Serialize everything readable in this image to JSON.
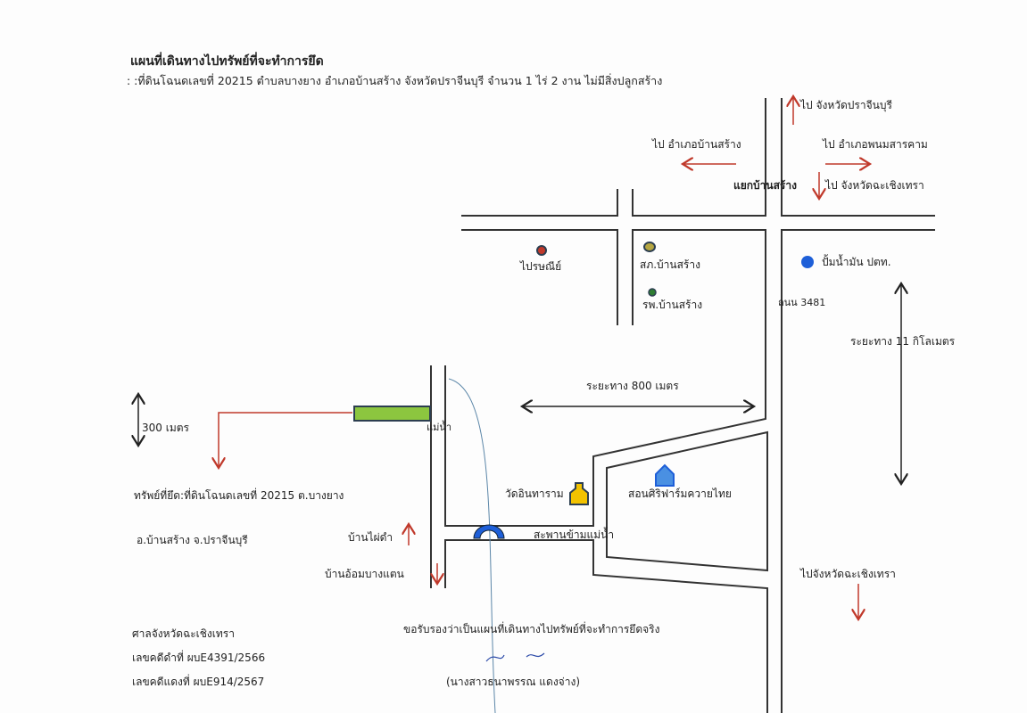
{
  "header": {
    "title": "แผนที่เดินทางไปทรัพย์ที่จะทำการยึด",
    "subtitle": ": :ที่ดินโฉนดเลขที่ 20215 ตำบลบางยาง  อำเภอบ้านสร้าง  จังหวัดปราจีนบุรี   จำนวน 1 ไร่ 2 งาน ไม่มีสิ่งปลูกสร้าง"
  },
  "map": {
    "to_prachinburi": "ไป จังหวัดปราจีนบุรี",
    "to_ban_sang": "ไป  อำเภอบ้านสร้าง",
    "to_phanom_sarakham": "ไป  อำเภอพนมสารคาม",
    "junction": "แยกบ้านสร้าง",
    "to_chachoengsao_top": "ไป  จังหวัดฉะเชิงเทรา",
    "post_office": "ไปรษณีย์",
    "police": "สภ.บ้านสร้าง",
    "hospital": "รพ.บ้านสร้าง",
    "gas_station": "ปั้มน้ำมัน ปตท.",
    "road": "ถนน 3481",
    "distance_km": "ระยะทาง  11  กิโลเมตร",
    "distance_800": "ระยะทาง   800   เมตร",
    "distance_300": "300 เมตร",
    "river": "แม่น้ำ",
    "temple": "วัดอินทาราม",
    "school": "สอนศิริฟาร์มควายไทย",
    "bridge": "สะพานข้ามแม่น้ำ",
    "ban_mai_dam": "บ้านไผ่ดำ",
    "ban_om": "บ้านอ้อมบางแตน",
    "to_chachoengsao_bottom": "ไปจังหวัดฉะเชิงเทรา",
    "property_line1": "ทรัพย์ที่ยึด:ที่ดินโฉนดเลขที่ 20215  ต.บางยาง",
    "property_line2": "อ.บ้านสร้าง จ.ปราจีนบุรี"
  },
  "footer": {
    "court": "ศาลจังหวัดฉะเชิงเทรา",
    "black_case": "เลขคดีดำที่ ผบE4391/2566",
    "red_case": "เลขคดีแดงที่ ผบE914/2567",
    "certify": "ขอรับรองว่าเป็นแผนที่เดินทางไปทรัพย์ที่จะทำการยึดจริง",
    "signer": "(นางสาวธนาพรรณ  แดงจ่าง)"
  },
  "colors": {
    "arrow_red": "#c0392b",
    "property_green": "#8cc63f",
    "marker_blue": "#1e5fd8",
    "temple_yellow": "#f2c200"
  }
}
